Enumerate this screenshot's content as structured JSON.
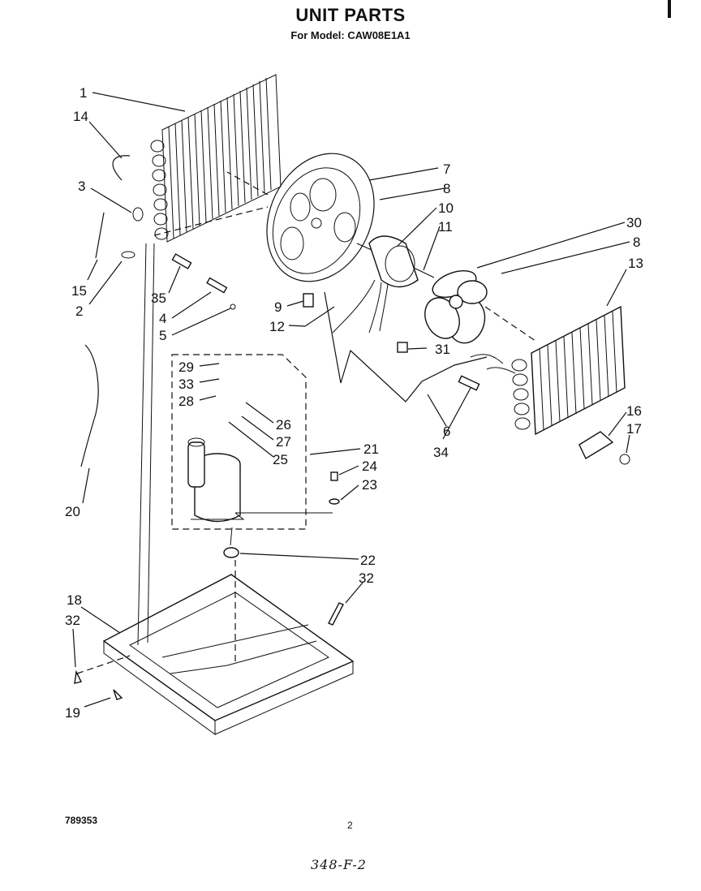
{
  "header": {
    "title": "UNIT PARTS",
    "subtitle": "For Model: CAW08E1A1"
  },
  "footer": {
    "doc_number": "789353",
    "page_number": "2",
    "handwritten_note": "348-F-2"
  },
  "callouts": {
    "c1": "1",
    "c14": "14",
    "c3": "3",
    "c15": "15",
    "c2": "2",
    "c35": "35",
    "c4": "4",
    "c5": "5",
    "c7": "7",
    "c8a": "8",
    "c10": "10",
    "c11": "11",
    "c30": "30",
    "c8b": "8",
    "c13": "13",
    "c9": "9",
    "c12": "12",
    "c31": "31",
    "c29": "29",
    "c33": "33",
    "c28": "28",
    "c26": "26",
    "c27": "27",
    "c25": "25",
    "c21": "21",
    "c24": "24",
    "c23": "23",
    "c20": "20",
    "c6": "6",
    "c34": "34",
    "c16": "16",
    "c17": "17",
    "c22": "22",
    "c18": "18",
    "c32a": "32",
    "c32b": "32",
    "c19": "19"
  }
}
